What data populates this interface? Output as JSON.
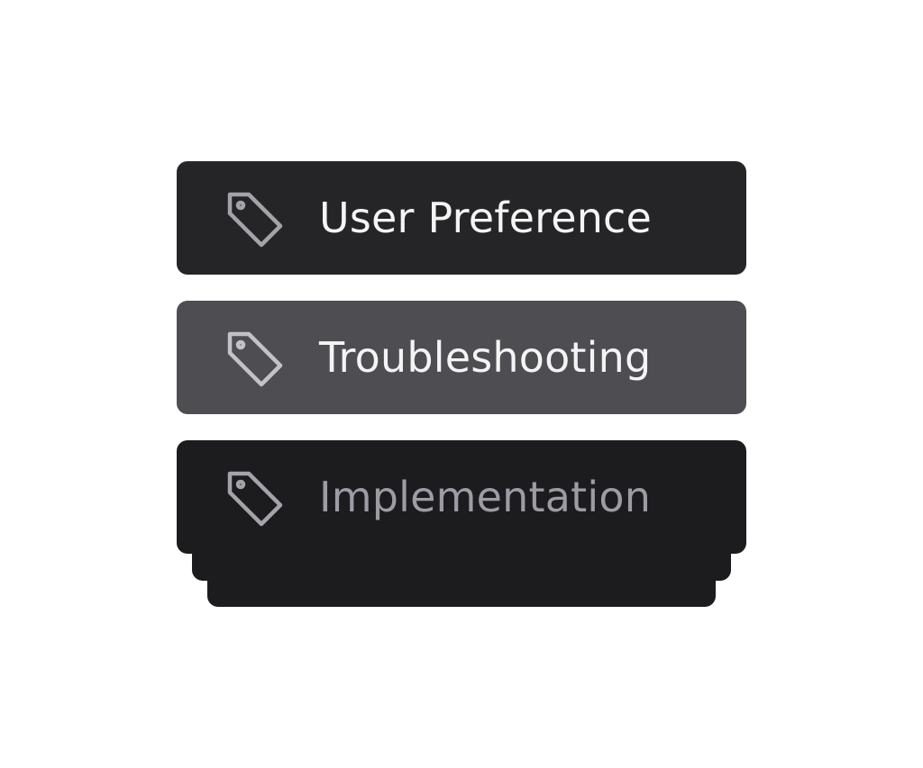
{
  "tags": [
    {
      "label": "User Preference",
      "icon": "tag-icon",
      "state": "default"
    },
    {
      "label": "Troubleshooting",
      "icon": "tag-icon",
      "state": "highlighted"
    },
    {
      "label": "Implementation",
      "icon": "tag-icon",
      "state": "muted"
    }
  ],
  "colors": {
    "card_default": "#252527",
    "card_highlighted": "#4d4d52",
    "card_muted": "#1c1c1e",
    "label_primary": "#f4f4f5",
    "label_muted": "#9c9ca4",
    "icon": "#a3a3aa"
  }
}
